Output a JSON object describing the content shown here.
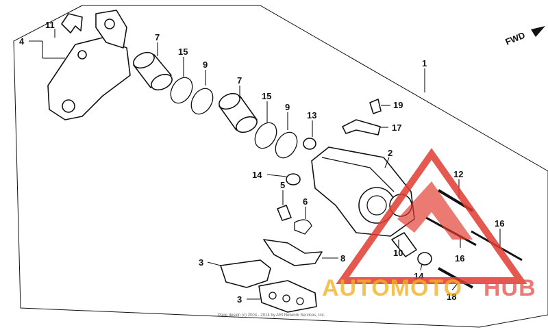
{
  "diagram": {
    "direction_label": "FWD",
    "copyright": "Page design (c) 2004 - 2014 by ARI Network Services, Inc.",
    "callouts": [
      {
        "id": "c1",
        "label": "1"
      },
      {
        "id": "c2",
        "label": "2"
      },
      {
        "id": "c3a",
        "label": "3"
      },
      {
        "id": "c3b",
        "label": "3"
      },
      {
        "id": "c4",
        "label": "4"
      },
      {
        "id": "c5",
        "label": "5"
      },
      {
        "id": "c6",
        "label": "6"
      },
      {
        "id": "c7a",
        "label": "7"
      },
      {
        "id": "c7b",
        "label": "7"
      },
      {
        "id": "c8",
        "label": "8"
      },
      {
        "id": "c9a",
        "label": "9"
      },
      {
        "id": "c9b",
        "label": "9"
      },
      {
        "id": "c10",
        "label": "10"
      },
      {
        "id": "c11",
        "label": "11"
      },
      {
        "id": "c12",
        "label": "12"
      },
      {
        "id": "c13",
        "label": "13"
      },
      {
        "id": "c14a",
        "label": "14"
      },
      {
        "id": "c14b",
        "label": "14"
      },
      {
        "id": "c15a",
        "label": "15"
      },
      {
        "id": "c15b",
        "label": "15"
      },
      {
        "id": "c16a",
        "label": "16"
      },
      {
        "id": "c16b",
        "label": "16"
      },
      {
        "id": "c17",
        "label": "17"
      },
      {
        "id": "c18",
        "label": "18"
      },
      {
        "id": "c19",
        "label": "19"
      }
    ]
  },
  "watermark": {
    "brand_part1": "AUTOMOTO",
    "brand_part2": "HUB",
    "color_red": "#e03c31",
    "color_orange": "#f0a500"
  }
}
